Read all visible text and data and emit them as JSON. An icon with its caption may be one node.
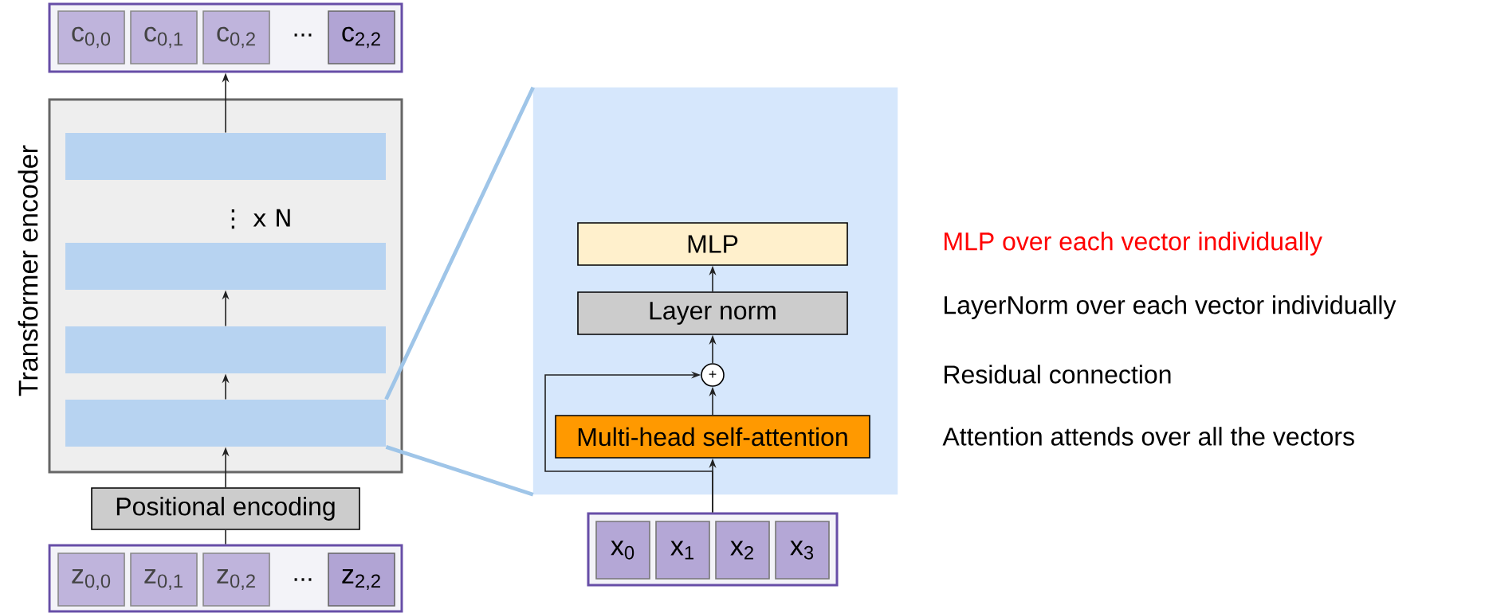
{
  "diagram": {
    "nodes": [
      {
        "text": [],
        "shape": "box"
      },
      {
        "text": [
          "c$_{0,0}$"
        ],
        "in": 0
      },
      {
        "text": [
          "c$_{0,1}$"
        ],
        "in": 0
      },
      {
        "text": [
          "c$_{0,2}$"
        ],
        "in": 0
      },
      {
        "text": [
          "c$_{2,2}$"
        ],
        "in": 0
      },
      {
        "text": [
          "Transformer encoder",
          "⋮ x N"
        ]
      },
      {
        "text": [],
        "shape": "bar",
        "in": 5
      },
      {
        "text": [],
        "shape": "bar",
        "in": 5
      },
      {
        "text": [],
        "shape": "bar",
        "in": 5
      },
      {
        "text": [],
        "shape": "bar",
        "in": 5
      },
      {
        "text": [
          "Positional encoding"
        ]
      },
      {
        "text": [],
        "shape": "box"
      },
      {
        "text": [
          "z$_{0,0}$"
        ],
        "in": 11
      },
      {
        "text": [
          "z$_{0,1}$"
        ],
        "in": 11
      },
      {
        "text": [
          "z$_{0,2}$"
        ],
        "in": 11
      },
      {
        "text": [
          "z$_{2,2}$"
        ],
        "in": 11
      },
      {
        "text": [],
        "shape": "box"
      },
      {
        "text": [
          "MLP"
        ],
        "in": 16
      },
      {
        "text": [
          "Layer norm"
        ],
        "in": 16
      },
      {
        "text": [
          "+"
        ],
        "in": 16
      },
      {
        "text": [
          "Multi-head self-attention"
        ],
        "in": 16
      },
      {
        "text": [],
        "shape": "box"
      },
      {
        "text": [
          "x$_{0}$"
        ],
        "in": 21
      },
      {
        "text": [
          "x$_{1}$"
        ],
        "in": 21
      },
      {
        "text": [
          "x$_{2}$"
        ],
        "in": 21
      },
      {
        "text": [
          "x$_{3}$"
        ],
        "in": 21
      }
    ],
    "edges": [
      {
        "from": 6,
        "to": 0,
        "arrow": "to"
      },
      {
        "from": 8,
        "to": 7,
        "arrow": "to"
      },
      {
        "from": 9,
        "to": 8,
        "arrow": "to"
      },
      {
        "from": 10,
        "to": 9,
        "arrow": "to"
      },
      {
        "from": 11,
        "to": 10,
        "arrow": "none"
      },
      {
        "from": 21,
        "to": 20,
        "arrow": "to"
      },
      {
        "from": 21,
        "to": 19,
        "arrow": "to"
      },
      {
        "from": 20,
        "to": 19,
        "arrow": "to"
      },
      {
        "from": 19,
        "to": 18,
        "arrow": "to"
      },
      {
        "from": 18,
        "to": 17,
        "arrow": "to"
      },
      {
        "from": 9,
        "to": 16,
        "arrow": "none",
        "style": "thick",
        "color": "#9fc5e8"
      },
      {
        "from": 9,
        "to": 16,
        "arrow": "none",
        "style": "thick",
        "color": "#9fc5e8"
      }
    ],
    "labels": [
      "...",
      "...",
      "MLP over each vector individually",
      "LayerNorm over each vector individually",
      "Residual connection",
      "Attention attends over all the vectors"
    ]
  }
}
